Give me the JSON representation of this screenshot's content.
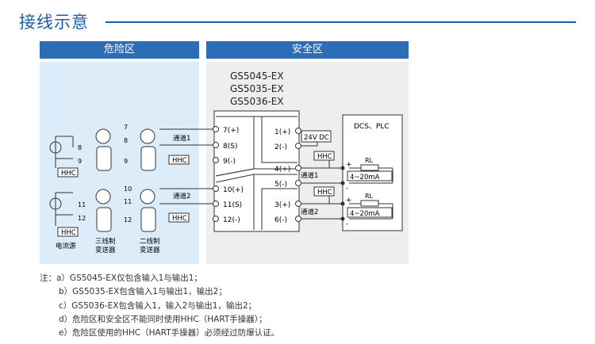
{
  "title": "接线示意",
  "zones": {
    "hazard": "危险区",
    "safe": "安全区"
  },
  "models": [
    "GS5045-EX",
    "GS5035-EX",
    "GS5036-EX"
  ],
  "input_terminals": [
    "7(+)",
    "8(S)",
    "9(-)",
    "10(+)",
    "11(S)",
    "12(-)"
  ],
  "output_terminals": [
    "1(+)",
    "2(-)",
    "4(+)",
    "5(-)",
    "3(+)",
    "6(-)"
  ],
  "power_label": "24V DC",
  "channel1": "通道1",
  "channel2": "通道2",
  "hhc": "HHC",
  "dcs_plc": "DCS、PLC",
  "current_label": "4~20mA",
  "resistor_label": "RL",
  "transmitter_terms": [
    "7",
    "8",
    "9",
    "10",
    "11",
    "12"
  ],
  "source_terms": [
    "8",
    "9",
    "11",
    "12"
  ],
  "device_captions": {
    "current_source": "电流源",
    "three_wire": "三线制\n变送器",
    "two_wire": "二线制\n变送器"
  },
  "notes": [
    "注：a）GS5045-EX仅包含输入1与输出1；",
    "b）GS5035-EX包含输入1与输出1，输出2；",
    "c）GS5036-EX包含输入1，输入2与输出1，输出2；",
    "d）危险区和安全区不能同时使用HHC（HART手操器）；",
    "e）危险区使用的HHC（HART手操器）必须经过防爆认证。"
  ]
}
